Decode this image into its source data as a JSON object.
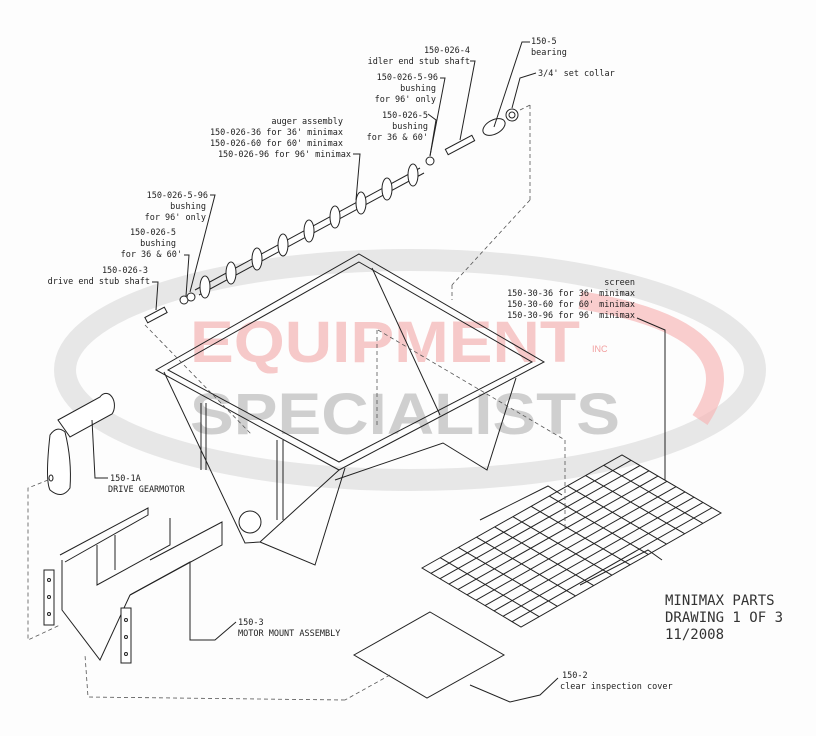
{
  "watermark": {
    "line1": "EQUIPMENT",
    "line2": "SPECIALISTS",
    "suffix": "INC",
    "colors": {
      "red": "#e04040",
      "gray": "#808080"
    }
  },
  "title_block": {
    "line1": "MINIMAX PARTS",
    "line2": "DRAWING 1 OF 3",
    "line3": "11/2008"
  },
  "labels": {
    "bearing": {
      "part": "150-5",
      "desc": "bearing"
    },
    "idler_shaft": {
      "part": "150-026-4",
      "desc": "idler end stub shaft"
    },
    "set_collar": {
      "desc": "3/4' set collar"
    },
    "bushing96_top": {
      "part": "150-026-5-96",
      "desc": "bushing",
      "note": "for 96' only"
    },
    "bushing_top": {
      "part": "150-026-5",
      "desc": "bushing",
      "note": "for 36 & 60'"
    },
    "auger": {
      "desc": "auger assembly",
      "lines": [
        "150-026-36 for 36' minimax",
        "150-026-60 for 60' minimax",
        "150-026-96 for 96' minimax"
      ]
    },
    "bushing96_left": {
      "part": "150-026-5-96",
      "desc": "bushing",
      "note": "for 96' only"
    },
    "bushing_left": {
      "part": "150-026-5",
      "desc": "bushing",
      "note": "for 36 & 60'"
    },
    "drive_shaft": {
      "part": "150-026-3",
      "desc": "drive end stub shaft"
    },
    "screen": {
      "desc": "screen",
      "lines": [
        "150-30-36 for 36' minimax",
        "150-30-60 for 60' minimax",
        "150-30-96 for 96' minimax"
      ]
    },
    "gearmotor": {
      "part": "150-1A",
      "desc": "DRIVE GEARMOTOR"
    },
    "motor_mount": {
      "part": "150-3",
      "desc": "MOTOR MOUNT ASSEMBLY"
    },
    "cover": {
      "part": "150-2",
      "desc": "clear inspection cover"
    }
  }
}
